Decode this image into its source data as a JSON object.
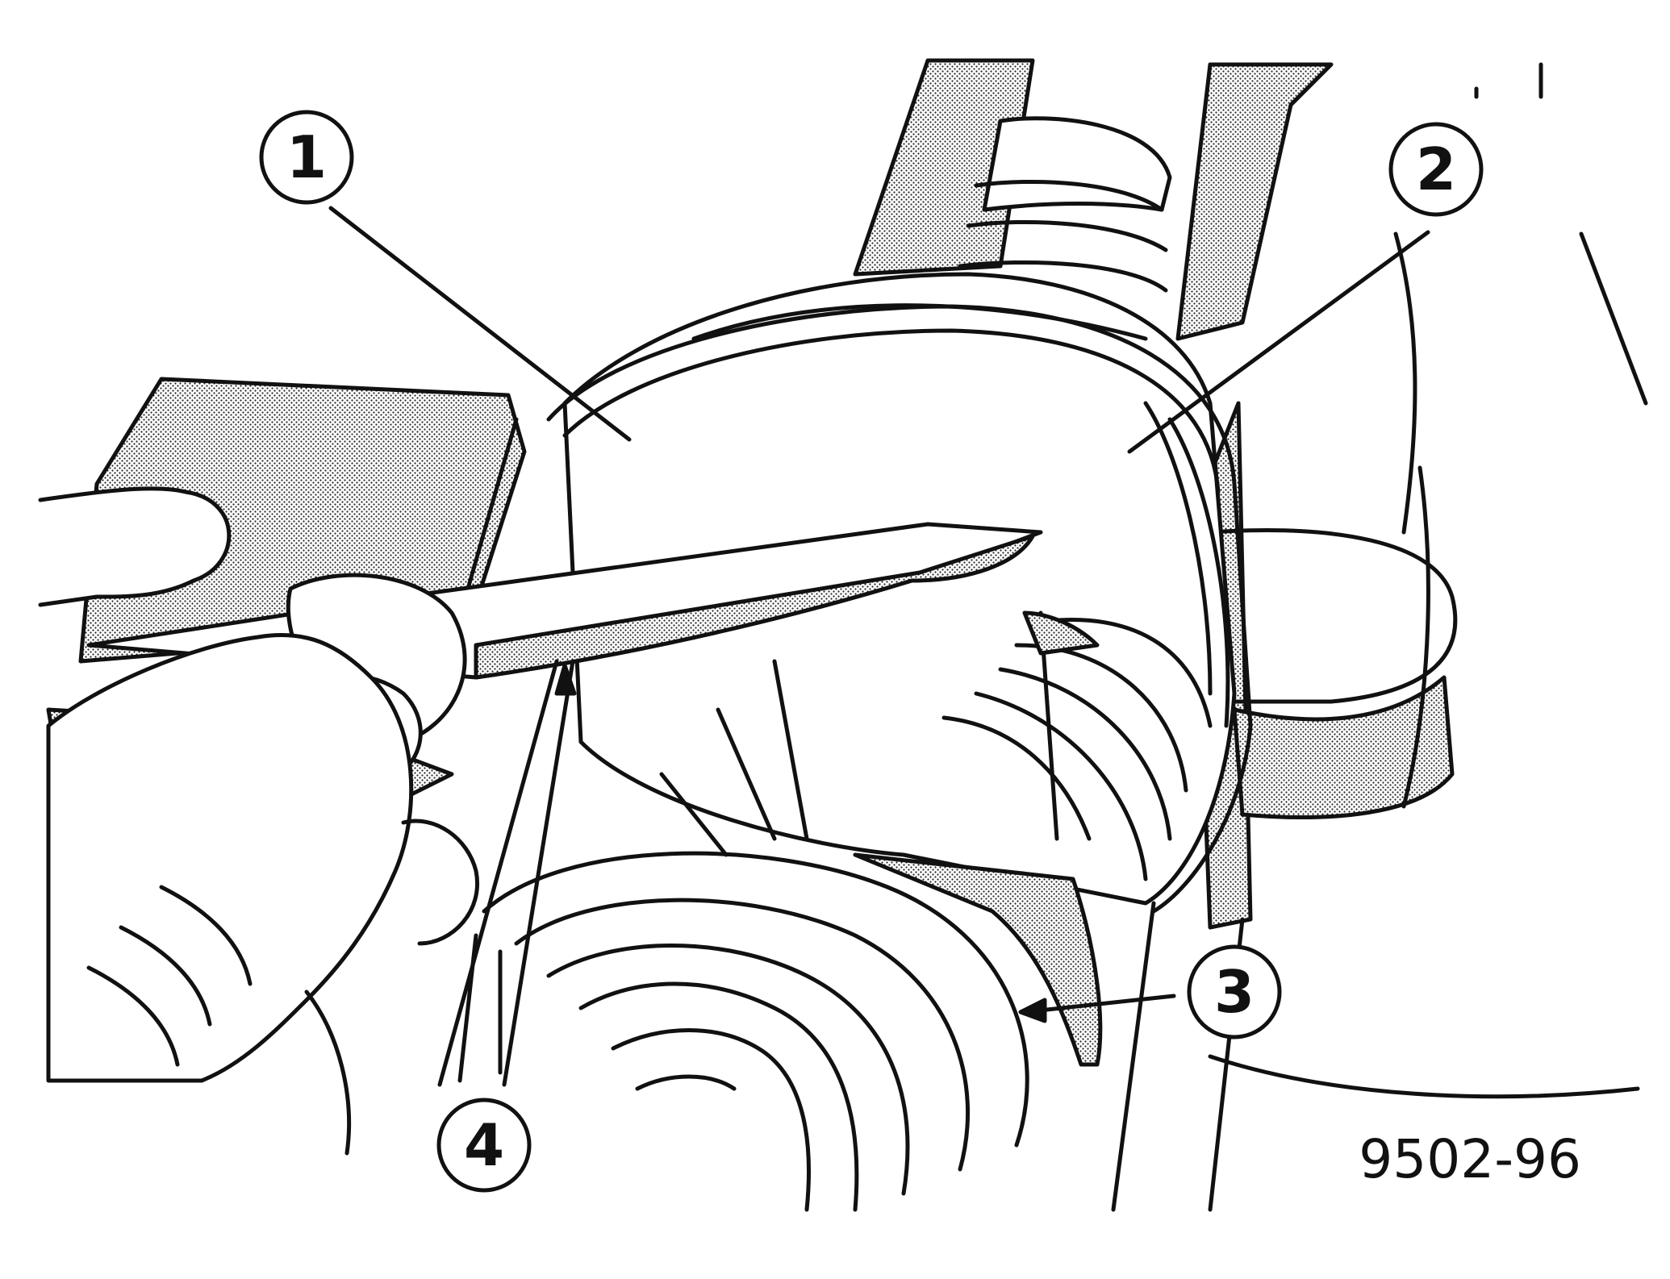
{
  "figure": {
    "callouts": [
      {
        "id": "c1",
        "label": "1"
      },
      {
        "id": "c2",
        "label": "2"
      },
      {
        "id": "c3",
        "label": "3"
      },
      {
        "id": "c4",
        "label": "4"
      }
    ],
    "figure_code": "9502-96"
  },
  "colors": {
    "ink": "#111111",
    "stipple_dot": "#222222",
    "paper": "#ffffff"
  }
}
